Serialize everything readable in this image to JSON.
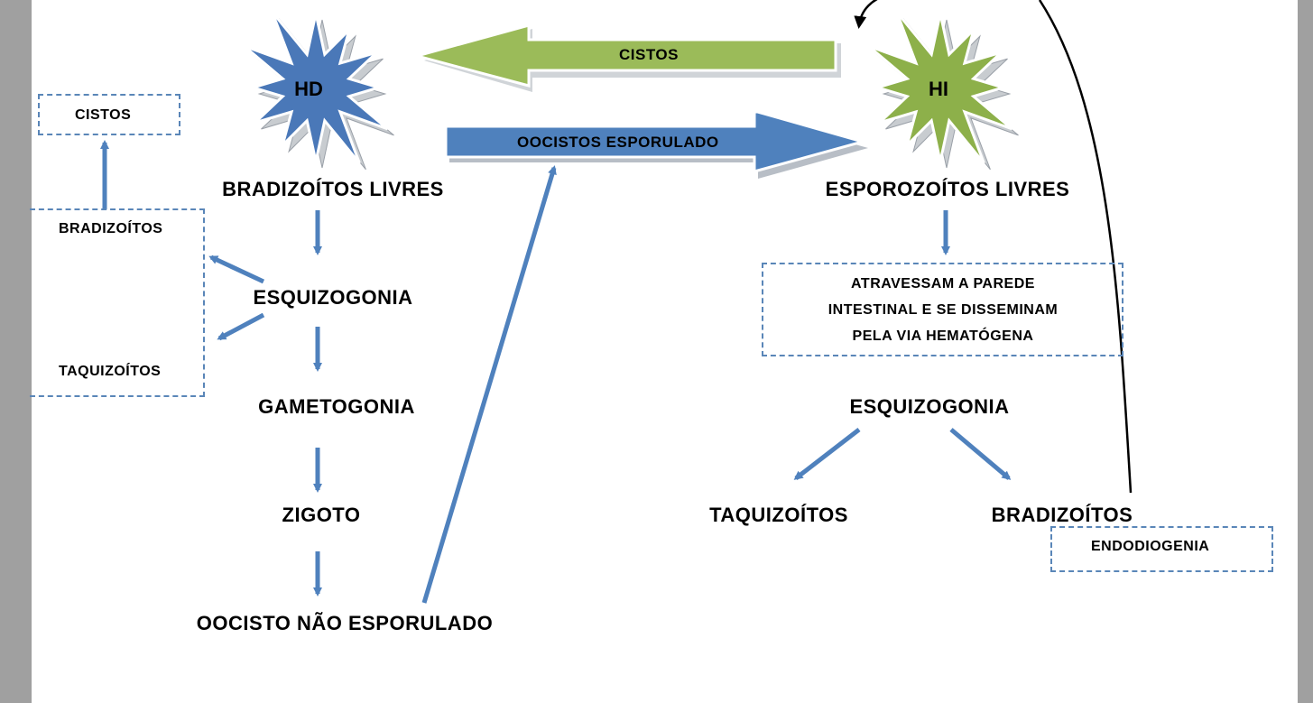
{
  "definitive_host": {
    "label": "HD",
    "color": "#4a78b8"
  },
  "intermediate_host": {
    "label": "HI",
    "color": "#8db04a"
  },
  "top_arrows": {
    "cysts_label": "CISTOS",
    "cysts_color": "#9bbb59",
    "oocysts_label": "OOCISTOS ESPORULADO",
    "oocysts_color": "#4f81bd"
  },
  "hd_cycle": {
    "steps": [
      "BRADIZOÍTOS LIVRES",
      "ESQUIZOGONIA",
      "GAMETOGONIA",
      "ZIGOTO",
      "OOCISTO NÃO ESPORULADO"
    ],
    "side_box": {
      "top": "BRADIZOÍTOS",
      "bottom": "TAQUIZOÍTOS"
    },
    "cysts_box": "CISTOS"
  },
  "hi_cycle": {
    "start": "ESPOROZOÍTOS LIVRES",
    "note_lines": [
      "ATRAVESSAM A PAREDE",
      "INTESTINAL E SE DISSEMINAM",
      "PELA VIA HEMATÓGENA"
    ],
    "schizogony": "ESQUIZOGONIA",
    "tachy": "TAQUIZOÍTOS",
    "brady": "BRADIZOÍTOS",
    "endo_box": "ENDODIOGENIA"
  },
  "colors": {
    "arrow": "#4f81bd",
    "box_border": "#5a86b8"
  }
}
